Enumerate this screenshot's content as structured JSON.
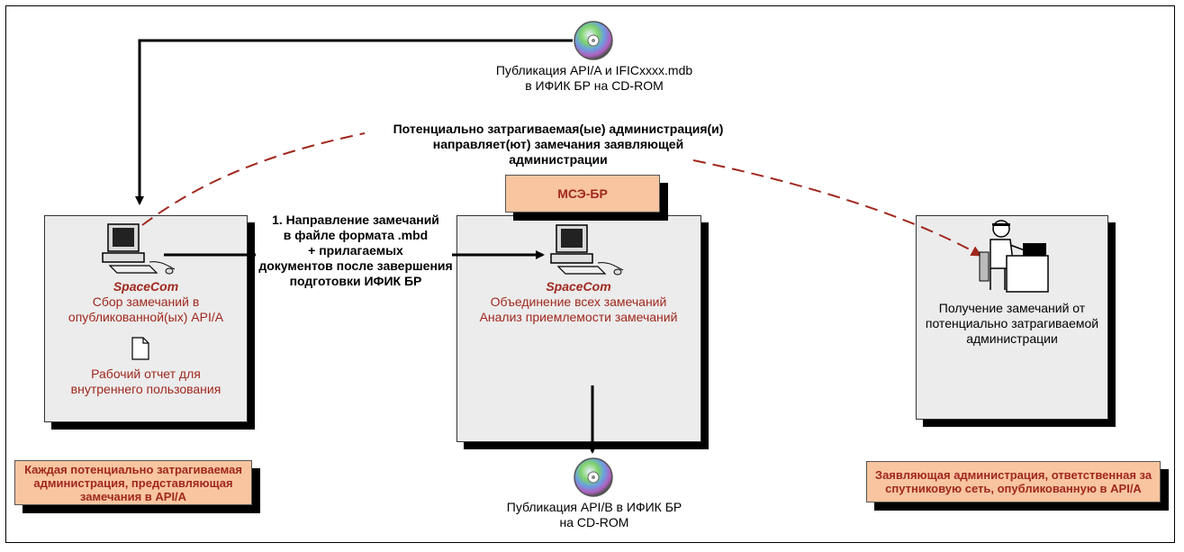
{
  "top_cd": {
    "caption_line1": "Публикация API/A и IFICxxxx.mdb",
    "caption_line2": "в ИФИК БР на CD-ROM"
  },
  "bottom_cd": {
    "caption_line1": "Публикация API/B в ИФИК БР",
    "caption_line2": "на CD-ROM"
  },
  "arc_note": {
    "line1": "Потенциально затрагиваемая(ые) администрация(и)",
    "line2": "направляет(ют) замечания заявляющей",
    "line3": "администрации"
  },
  "itu_tag": {
    "label": "МСЭ-БР"
  },
  "left_box": {
    "app": "SpaceCom",
    "line1": "Сбор замечаний в",
    "line2": "опубликованной(ых) API/A",
    "report_line1": "Рабочий отчет для",
    "report_line2": "внутреннего пользования"
  },
  "arrow_note": {
    "line1": "1. Направление замечаний",
    "line2": "в файле формата .mbd",
    "line3": "+ прилагаемых",
    "line4": "документов после завершения",
    "line5": "подготовки ИФИК БР"
  },
  "center_box": {
    "app": "SpaceCom",
    "line1": "Объединение всех замечаний",
    "line2": "Анализ приемлемости замечаний"
  },
  "right_box": {
    "line1": "Получение замечаний от",
    "line2": "потенциально затрагиваемой",
    "line3": "администрации"
  },
  "left_tag": {
    "line1": "Каждая потенциально затрагиваемая",
    "line2": "администрация, представляющая",
    "line3": "замечания в API/A"
  },
  "right_tag": {
    "line1": "Заявляющая администрация, ответственная за",
    "line2": "спутниковую сеть, опубликованную в API/A"
  },
  "colors": {
    "accent_red": "#a0281e",
    "tag_fill": "#f8c5a0",
    "box_fill": "#ececec",
    "dashed_arrow": "#a0281e"
  },
  "icons": [
    "cd-icon",
    "computer-icon",
    "document-icon",
    "person-at-desk-icon"
  ]
}
